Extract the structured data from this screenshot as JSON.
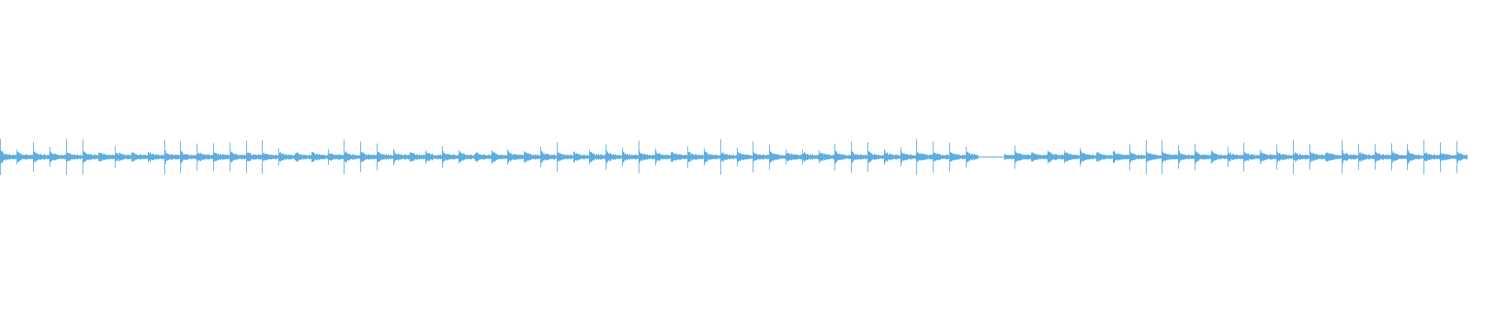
{
  "chart_data": {
    "type": "area",
    "title": "",
    "xlabel": "",
    "ylabel": "",
    "grid": false,
    "legend": "none",
    "ylim": [
      -1,
      1
    ],
    "series": [
      {
        "color": "#5dade2",
        "style": "audio-waveform",
        "silent_segment": true
      }
    ]
  },
  "colors": {
    "waveform": "#5dade2",
    "background": "#ffffff"
  }
}
